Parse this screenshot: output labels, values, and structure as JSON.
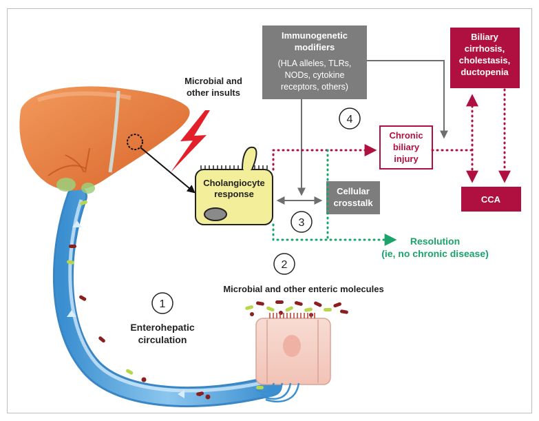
{
  "diagram": {
    "microbial_insults": [
      "Microbial and",
      "other insults"
    ],
    "immunogenetic": {
      "title": [
        "Immunogenetic",
        "modifiers"
      ],
      "details": [
        "(HLA alleles, TLRs,",
        "NODs, cytokine",
        "receptors, others)"
      ]
    },
    "biliary_cirrhosis": [
      "Biliary",
      "cirrhosis,",
      "cholestasis,",
      "ductopenia"
    ],
    "chronic_injury": [
      "Chronic",
      "biliary",
      "injury"
    ],
    "cholangiocyte": [
      "Cholangiocyte",
      "response"
    ],
    "crosstalk": [
      "Cellular",
      "crosstalk"
    ],
    "cca": "CCA",
    "resolution": [
      "Resolution",
      "(ie, no chronic disease)"
    ],
    "enteric_molecules": "Microbial and other enteric molecules",
    "enterohepatic": [
      "Enterohepatic",
      "circulation"
    ],
    "steps": [
      "1",
      "2",
      "3",
      "4"
    ]
  },
  "colors": {
    "gray_box": "#7d7d7d",
    "crimson": "#b0103f",
    "green": "#1aa36b",
    "liver": "#e87a3c",
    "cell_yellow": "#f3ee9a",
    "bile_blue": "#5aa6dc",
    "lightning": "#e3202a"
  }
}
